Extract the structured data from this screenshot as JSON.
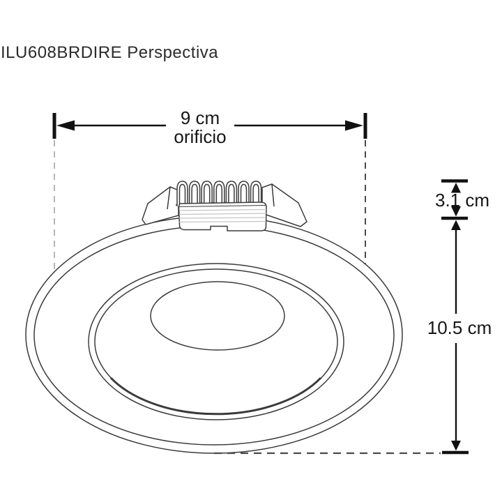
{
  "header": {
    "title": "ILU608BRDIRE Perspectiva"
  },
  "drawing": {
    "subject": "recessed-led-downlight-perspective-line-drawing",
    "fin_count": 7
  },
  "dimensions": {
    "hole": {
      "value": "9 cm",
      "label": "orificio"
    },
    "protrusion": {
      "value": "3.1 cm"
    },
    "diameter": {
      "value": "10.5 cm"
    }
  },
  "style": {
    "background": "#ffffff",
    "line_color": "#3a3a3a",
    "dim_color": "#111111",
    "text_color": "#161616",
    "dashed_light": "#b5b5b5",
    "dashed_dark": "#4a4a4a",
    "ridge_color": "#c4c4c4"
  }
}
